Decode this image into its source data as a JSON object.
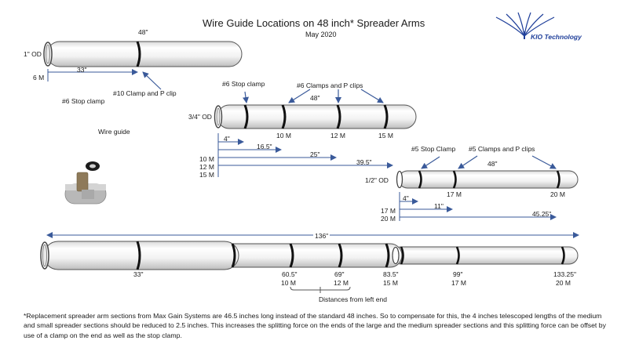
{
  "header": {
    "title": "Wire Guide Locations on 48 inch* Spreader Arms",
    "date": "May 2020",
    "logo_text": "KIO Technology"
  },
  "section_top": {
    "length_label": "48\"",
    "od_label": "1\" OD",
    "dist_33": "33\"",
    "six_m": "6 M",
    "clamp_label": "#10 Clamp and P clip",
    "stop_label": "#6 Stop clamp"
  },
  "wire_guide_label": "Wire guide",
  "section_mid": {
    "stop_label": "#6 Stop clamp",
    "clamps_label": "#6 Clamps and P clips",
    "length_label": "48\"",
    "od_label": "3/4\" OD",
    "m10": "10 M",
    "m12": "12 M",
    "m15": "15 M",
    "d4": "4\"",
    "d16_5": "16.5\"",
    "d25": "25\"",
    "d39_5": "39.5\"",
    "lbl10": "10 M",
    "lbl12": "12 M",
    "lbl15": "15 M"
  },
  "section_small": {
    "stop_label": "#5 Stop Clamp",
    "clamps_label": "#5 Clamps and P clips",
    "length_label": "48\"",
    "od_label": "1/2\" OD",
    "m17": "17 M",
    "m20": "20 M",
    "d4": "4\"",
    "d11": "11\"",
    "d45_25": "45.25\"",
    "lbl17": "17 M",
    "lbl20": "20 M"
  },
  "assembly": {
    "total_label": "136\"",
    "d33": "33\"",
    "d60_5": "60.5\"",
    "d69": "69\"",
    "d83_5": "83.5\"",
    "d99": "99\"",
    "d133_25": "133.25\"",
    "m10": "10 M",
    "m12": "12 M",
    "m15": "15 M",
    "m17": "17 M",
    "m20": "20 M",
    "distances_label": "Distances from left end"
  },
  "footnote": "*Replacement spreader arm sections from Max Gain Systems are 46.5 inches long instead of the standard 48 inches. So to compensate for this, the 4 inches telescoped lengths of the medium and small spreader sections should be reduced to 2.5 inches. This increases the splitting force on the ends of the large and the medium spreader sections and this splitting force can be offset by use of a clamp on the end as well as the stop clamp.",
  "colors": {
    "arrow": "#3a5a9a",
    "tube_edge": "#555555",
    "clamp": "#111111",
    "logo": "#1f3f9a"
  }
}
